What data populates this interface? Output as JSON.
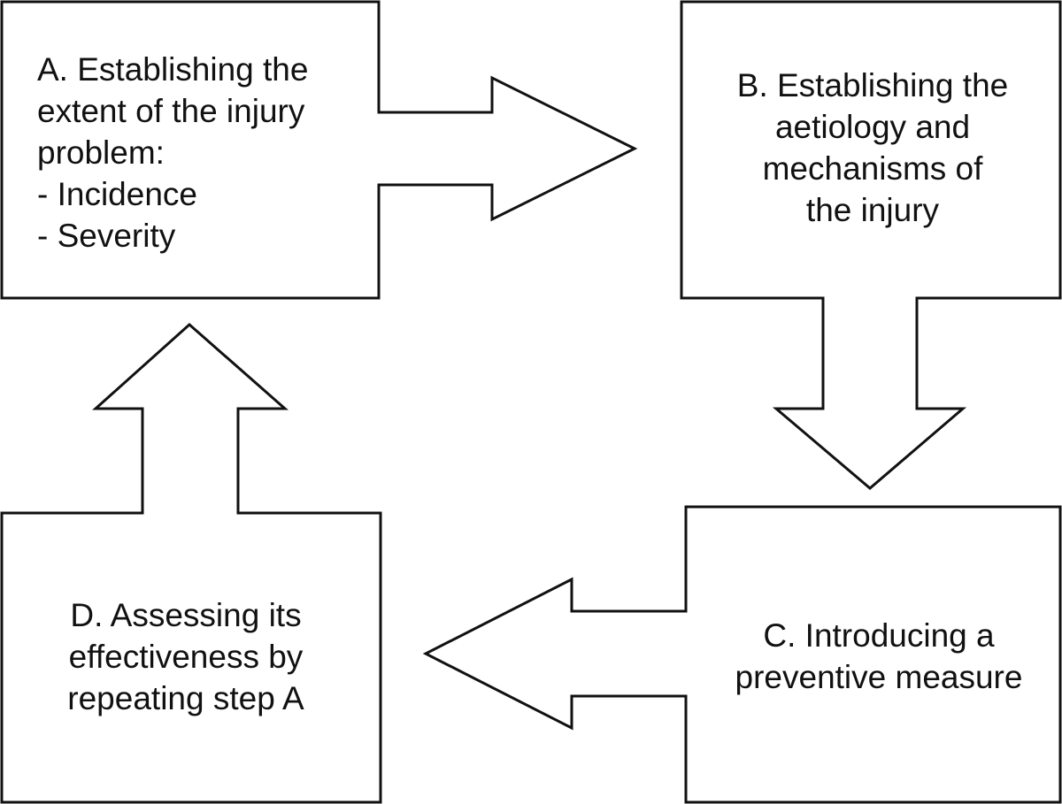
{
  "steps": {
    "a": {
      "lines": [
        "A. Establishing the",
        "extent of the injury",
        "problem:",
        "- Incidence",
        "- Severity"
      ]
    },
    "b": {
      "lines": [
        "B. Establishing the",
        "aetiology and",
        "mechanisms of",
        "the injury"
      ]
    },
    "c": {
      "lines": [
        "C. Introducing a",
        "preventive measure"
      ]
    },
    "d": {
      "lines": [
        "D. Assessing its",
        "effectiveness by",
        "repeating step A"
      ]
    }
  },
  "colors": {
    "stroke": "#111111",
    "fill": "#ffffff",
    "text": "#111111"
  }
}
